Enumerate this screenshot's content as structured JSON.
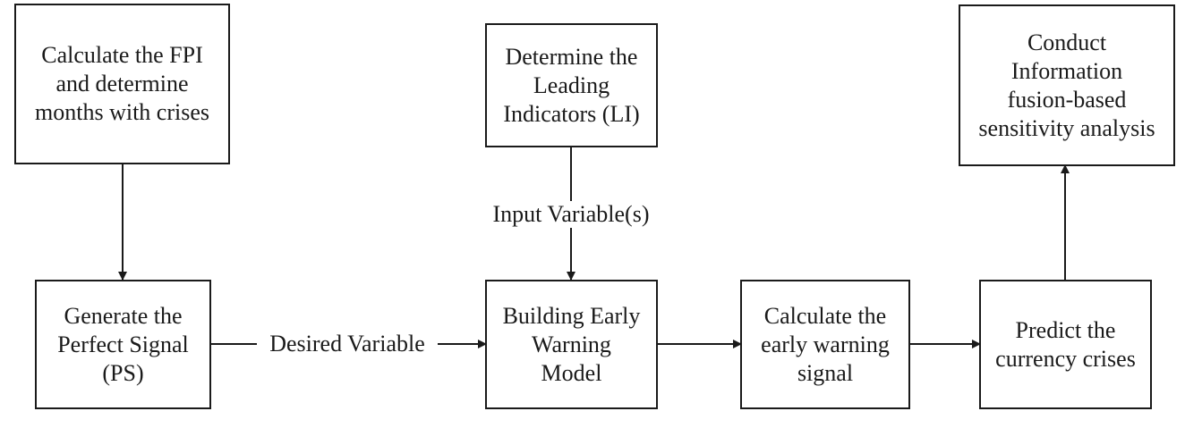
{
  "nodes": {
    "calc_fpi": "Calculate the FPI\nand determine\nmonths with crises",
    "leading_indicators": "Determine the\nLeading\nIndicators (LI)",
    "sensitivity": "Conduct\nInformation\nfusion-based\nsensitivity analysis",
    "perfect_signal": "Generate the\nPerfect Signal\n(PS)",
    "early_warning_model": "Building Early\nWarning\nModel",
    "warning_signal": "Calculate the\nearly warning\nsignal",
    "predict": "Predict the\ncurrency crises"
  },
  "edges": {
    "input_variables": "Input Variable(s)",
    "desired_variable": "Desired Variable"
  }
}
